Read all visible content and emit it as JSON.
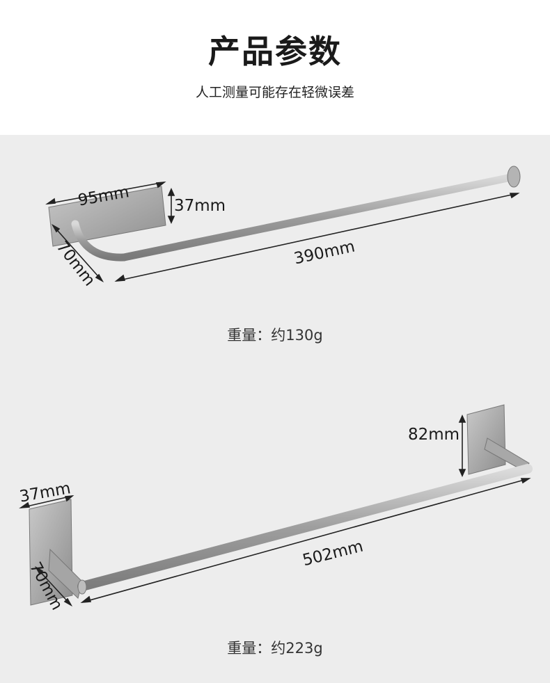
{
  "header": {
    "title": "产品参数",
    "subtitle": "人工测量可能存在轻微误差"
  },
  "products": [
    {
      "dims": {
        "width": "95mm",
        "height": "37mm",
        "depth": "70mm",
        "length": "390mm"
      },
      "weight_label": "重量：约130g"
    },
    {
      "dims": {
        "width": "37mm",
        "height": "82mm",
        "depth": "70mm",
        "length": "502mm"
      },
      "weight_label": "重量：约223g"
    }
  ],
  "colors": {
    "background": "#ededed",
    "header_bg": "#ffffff",
    "metal": "#a9a9a9"
  }
}
